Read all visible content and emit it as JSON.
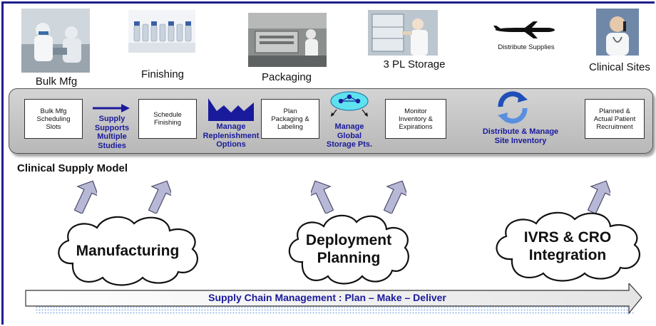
{
  "stages": {
    "bulk_mfg": "Bulk Mfg",
    "finishing": "Finishing",
    "packaging": "Packaging",
    "storage": "3 PL Storage",
    "distribute": "Distribute Supplies",
    "clinical_sites": "Clinical\nSites"
  },
  "process": {
    "boxes": {
      "bulk_mfg_slots": "Bulk Mfg\nScheduling\nSlots",
      "schedule_finishing": "Schedule\nFinishing",
      "plan_packaging": "Plan\nPackaging &\nLabeling",
      "monitor_inventory": "Monitor\nInventory &\nExpirations",
      "patient_recruitment": "Planned &\nActual Patient\nRecruitment"
    },
    "labels": {
      "supply_studies": "Supply\nSupports\nMultiple\nStudies",
      "manage_replenishment": "Manage\nReplenishment\nOptions",
      "manage_storage": "Manage\nGlobal\nStorage Pts.",
      "distribute_inventory": "Distribute & Manage\nSite Inventory"
    }
  },
  "model_title": "Clinical Supply Model",
  "clouds": {
    "manufacturing": "Manufacturing",
    "deployment": "Deployment\nPlanning",
    "ivrs": "IVRS & CRO\nIntegration"
  },
  "banner": "Supply Chain Management : Plan – Make – Deliver",
  "colors": {
    "frame": "#1e1e8c",
    "accent_text": "#1a1a9c",
    "arrow_fill": "#b7b7d6",
    "band": "#c6c6c6"
  }
}
